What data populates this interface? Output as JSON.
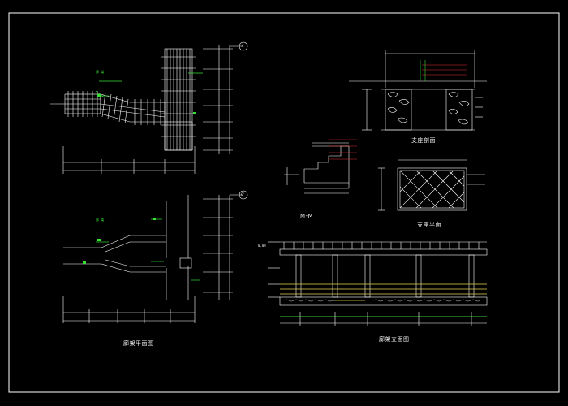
{
  "drawing": {
    "background": "#000000",
    "border_color": "#ffffff",
    "accent_green": "#36e036",
    "accent_yellow": "#e8d44a",
    "accent_red": "#e03030"
  },
  "captions": {
    "plan_view": "廊架平面图",
    "section_mm": "M-M",
    "corridor_elevation": "廊架立面图",
    "detail_section": "支座剖面",
    "detail_plan": "支座平面"
  },
  "grid_marks": {
    "upper": "C",
    "lower": "C'"
  },
  "labels": {
    "plan_upper_title": "廊 架",
    "plan_lower_title": "廊 架",
    "elev_top": "0.00"
  }
}
